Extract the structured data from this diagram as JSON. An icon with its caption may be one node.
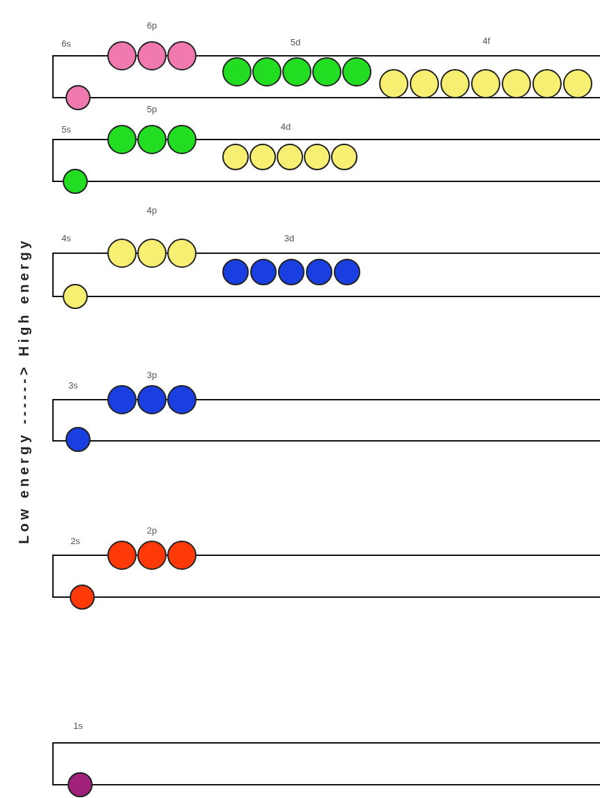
{
  "diagram": {
    "labels": [
      "6p",
      "6s",
      "5d",
      "4f",
      "5p",
      "5s",
      "4d",
      "4p",
      "4s",
      "3d",
      "3p",
      "3s",
      "2p",
      "2s",
      "1s",
      "Low energy ------> High energy"
    ]
  }
}
